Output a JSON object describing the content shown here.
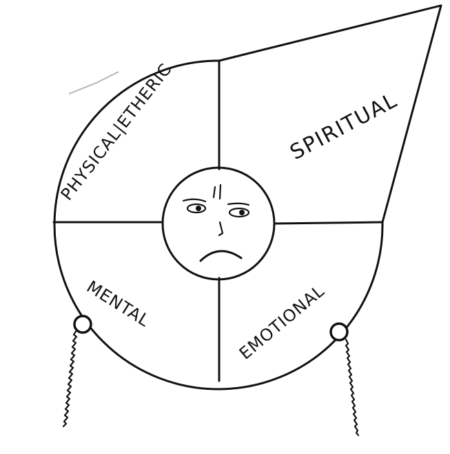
{
  "diagram": {
    "quadrants": {
      "physical_etheric": "PHYSICAL|ETHERIC",
      "spiritual": "SPIRITUAL",
      "mental": "MENTAL",
      "emotional": "EMOTIONAL"
    },
    "center": {
      "icon": "frowning-face-icon"
    },
    "colors": {
      "ink": "#111111",
      "paper": "#ffffff"
    }
  }
}
